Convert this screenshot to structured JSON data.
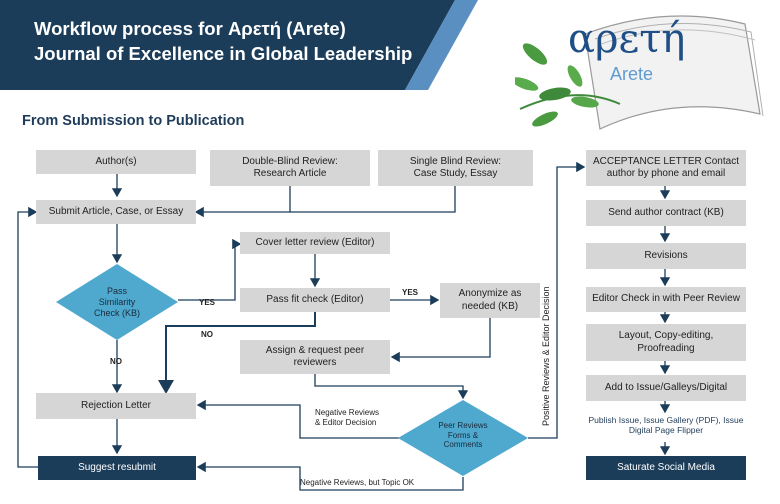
{
  "header": {
    "title_line1": "Workflow process for Αρετή (Arete)",
    "title_line2": "Journal of Excellence in Global Leadership",
    "subtitle": "From Submission to Publication",
    "logo_greek": "αρετή",
    "logo_latin": "Arete",
    "colors": {
      "navy": "#1c3d5a",
      "box_gray": "#d6d6d6",
      "diamond": "#4fa9cf",
      "arrow": "#1c3d5a"
    }
  },
  "nodes": {
    "authors": "Author(s)",
    "double_blind": "Double-Blind Review:\nResearch Article",
    "single_blind": "Single Blind Review:\nCase Study, Essay",
    "submit": "Submit Article, Case, or Essay",
    "similarity": "Pass\nSimilarity\nCheck (KB)",
    "cover_letter": "Cover letter review (Editor)",
    "fit_check": "Pass fit check (Editor)",
    "anonymize": "Anonymize as\nneeded (KB)",
    "assign": "Assign & request peer\nreviewers",
    "rejection": "Rejection Letter",
    "peer_reviews": "Peer Reviews\nForms &\nComments",
    "resubmit": "Suggest resubmit",
    "acceptance": "ACCEPTANCE LETTER Contact\nauthor by phone and email",
    "contract": "Send author contract (KB)",
    "revisions": "Revisions",
    "editor_check": "Editor Check in with Peer Review",
    "layout": "Layout, Copy-editing,\nProofreading",
    "add_issue": "Add to Issue/Galleys/Digital",
    "publish": "Publish Issue, Issue Gallery (PDF), Issue\nDigital Page Flipper",
    "saturate": "Saturate Social Media"
  },
  "edge_labels": {
    "yes1": "YES",
    "yes2": "YES",
    "no1": "NO",
    "no2": "NO",
    "negative": "Negative Reviews\n& Editor Decision",
    "negative_ok": "Negative Reviews, but Topic OK",
    "positive": "Positive Reviews & Editor Decision"
  }
}
